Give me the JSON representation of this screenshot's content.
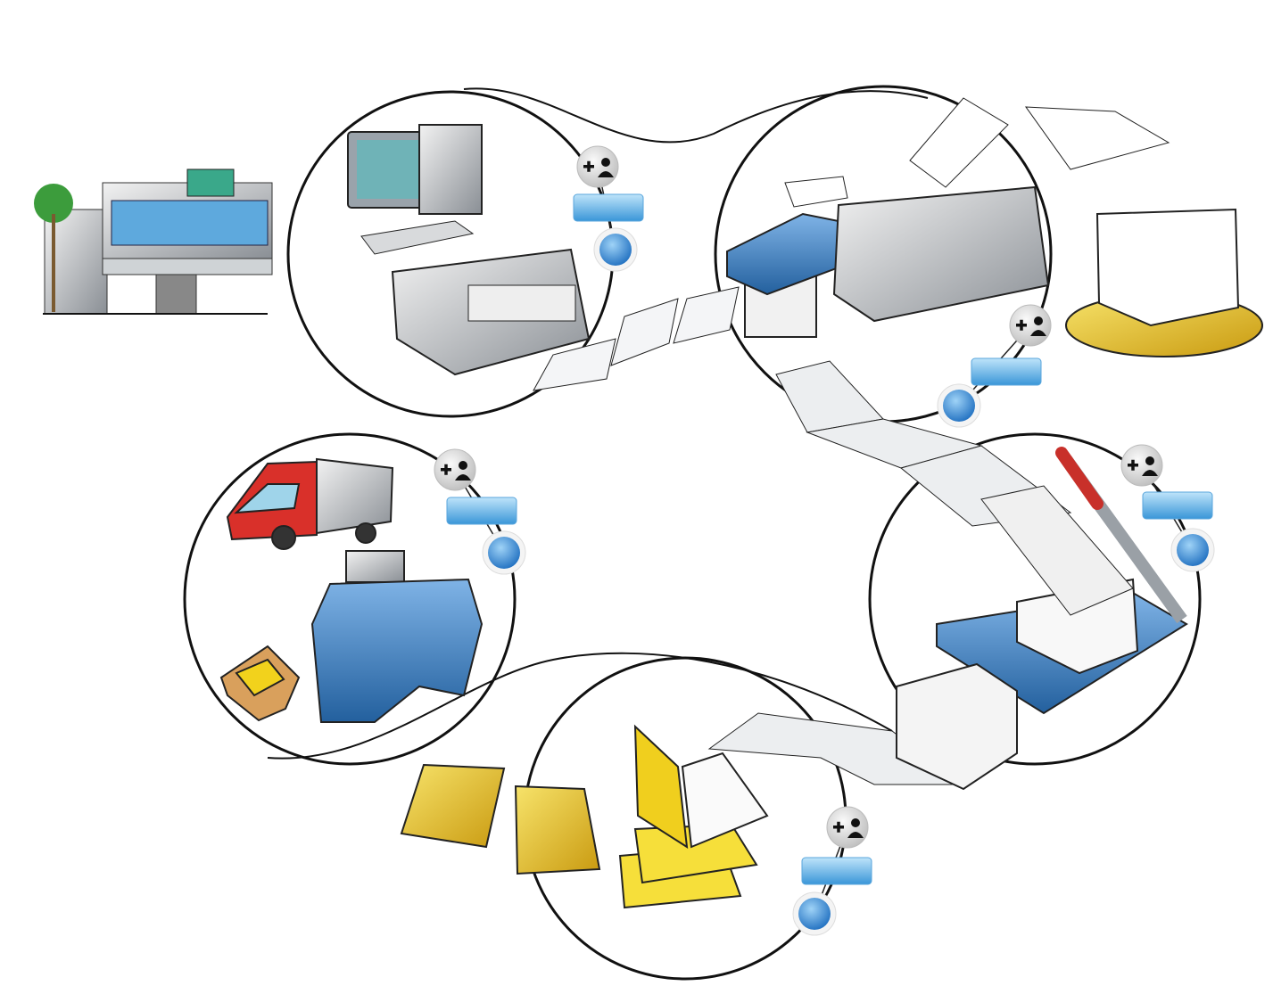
{
  "colors": {
    "accent_blue": "#3a8fd8",
    "pill_blue": "#7cc3ee",
    "outline": "#111111",
    "paper": "#eef0f2",
    "book_yellow": "#e8c21a",
    "truck_red": "#d9302a"
  },
  "stages": [
    {
      "id": "prepress",
      "icon": "computer-printer-icon"
    },
    {
      "id": "printing",
      "icon": "printing-press-icon"
    },
    {
      "id": "cutting",
      "icon": "paper-cutter-icon"
    },
    {
      "id": "binding",
      "icon": "books-icon"
    },
    {
      "id": "shipping",
      "icon": "truck-packaging-icon"
    }
  ],
  "stage_controls": [
    "add-user-button",
    "stage-label-pill",
    "stage-status-dot"
  ]
}
